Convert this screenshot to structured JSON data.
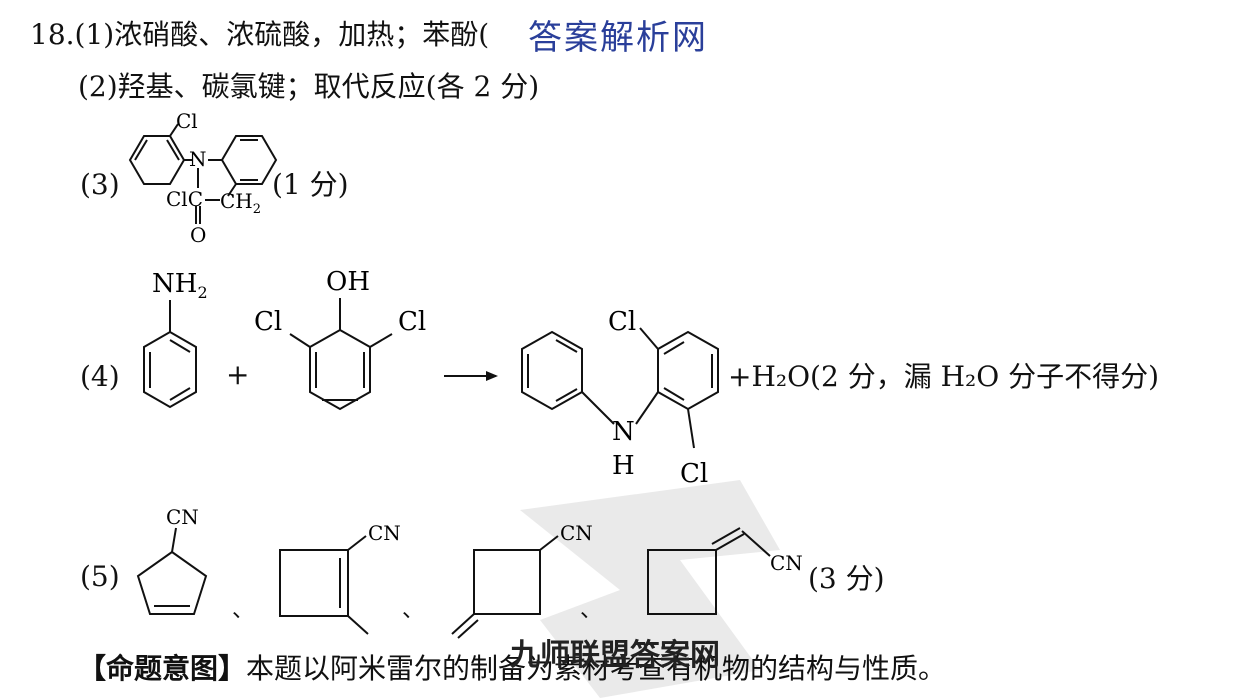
{
  "watermark": {
    "top": "答案解析网",
    "bottom": "九师联盟答案网"
  },
  "q18": {
    "num": "18.",
    "p1": "(1)浓硝酸、浓硫酸，加热；苯酚(",
    "p2": "(2)羟基、碳氯键；取代反应(各 2 分)",
    "p3_label": "(3)",
    "p3_score": "(1 分)",
    "p3_atoms": {
      "cl_top": "Cl",
      "n": "N",
      "clc": "ClC",
      "ch2": "CH",
      "ch2_sub": "2",
      "o": "O"
    },
    "p4_label": "(4)",
    "p4_plus": "+",
    "p4_atoms": {
      "nh2": "NH",
      "nh2_sub": "2",
      "oh": "OH",
      "cl1": "Cl",
      "cl2": "Cl",
      "cl3": "Cl",
      "cl4": "Cl",
      "n": "N",
      "h": "H"
    },
    "p4_tail": "+H₂O(2 分，漏 H₂O 分子不得分)",
    "p5_label": "(5)",
    "p5_cn": "CN",
    "p5_sep": "、",
    "p5_score": "(3 分)",
    "intent_bracket": "【命题意图】",
    "intent_text": "本题以阿米雷尔的制备为素材考查有机物的结构与性质。"
  }
}
